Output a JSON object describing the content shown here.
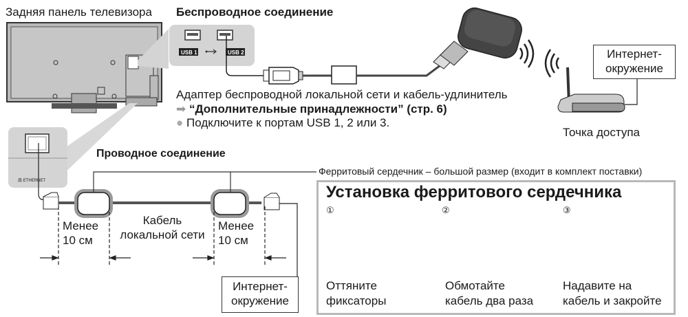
{
  "tv_back": {
    "title": "Задняя панель телевизора"
  },
  "wireless": {
    "title": "Беспроводное соединение",
    "usb1_label": "USB 1",
    "usb2_label": "USB 2",
    "adapter_text": "Адаптер беспроводной локальной сети и кабель-удлинитель",
    "reference_text": "“Дополнительные принадлежности” (стр. 6)",
    "bullet_text": "Подключите к портам USB 1, 2 или 3.",
    "internet_box": [
      "Интернет-",
      "окружение"
    ],
    "access_point_label": "Точка доступа"
  },
  "ethernet_port": {
    "label": "ETHERNET"
  },
  "wired": {
    "title": "Проводное соединение",
    "ferrite_note": "Ферритовый сердечник – большой размер (входит в комплект поставки)",
    "left_distance": [
      "Менее",
      "10 см"
    ],
    "cable_label": [
      "Кабель",
      "локальной сети"
    ],
    "right_distance": [
      "Менее",
      "10 см"
    ],
    "internet_box": [
      "Интернет-",
      "окружение"
    ]
  },
  "ferrite_install": {
    "title": "Установка ферритового сердечника",
    "steps": [
      {
        "num": "①",
        "caption": [
          "Оттяните",
          "фиксаторы"
        ]
      },
      {
        "num": "②",
        "caption": [
          "Обмотайте",
          "кабель два раза"
        ]
      },
      {
        "num": "③",
        "caption": [
          "Надавите на",
          "кабель и закройте"
        ]
      }
    ]
  }
}
